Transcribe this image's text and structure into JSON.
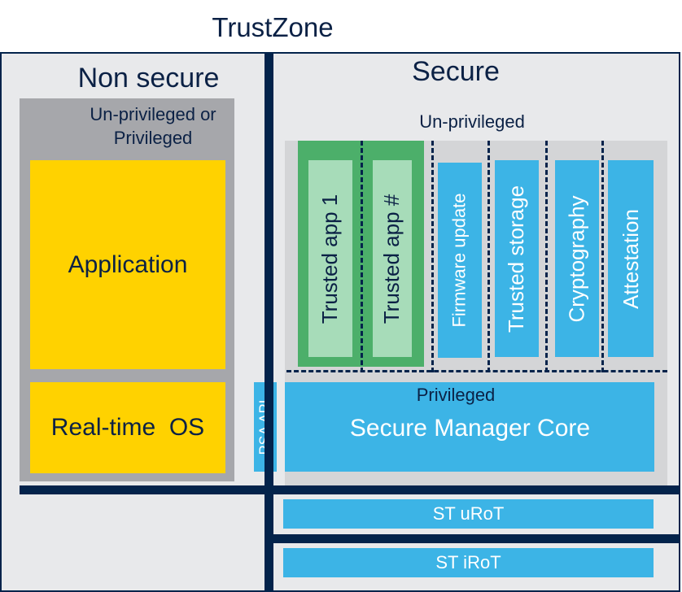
{
  "title": "TrustZone",
  "non_secure": {
    "heading": "Non secure",
    "mode_label_line1": "Un-privileged or",
    "mode_label_line2": "Privileged",
    "application": "Application",
    "rtos": "Real-time  OS"
  },
  "secure": {
    "heading": "Secure",
    "unprivileged_label": "Un-privileged",
    "trusted_apps": [
      "Trusted app 1",
      "Trusted app #"
    ],
    "services": [
      "Firmware update",
      "Trusted storage",
      "Cryptography",
      "Attestation"
    ],
    "privileged_label": "Privileged",
    "manager_core": "Secure Manager Core",
    "psa_api": "PSA API",
    "urot": "ST uRoT",
    "irot": "ST iRoT"
  },
  "colors": {
    "navy": "#03234b",
    "panel_bg": "#e8e9eb",
    "gray": "#a6a7ab",
    "yellow": "#ffd200",
    "green_dark": "#4caf6a",
    "green_light": "#a7dcb9",
    "blue": "#3cb4e6"
  }
}
